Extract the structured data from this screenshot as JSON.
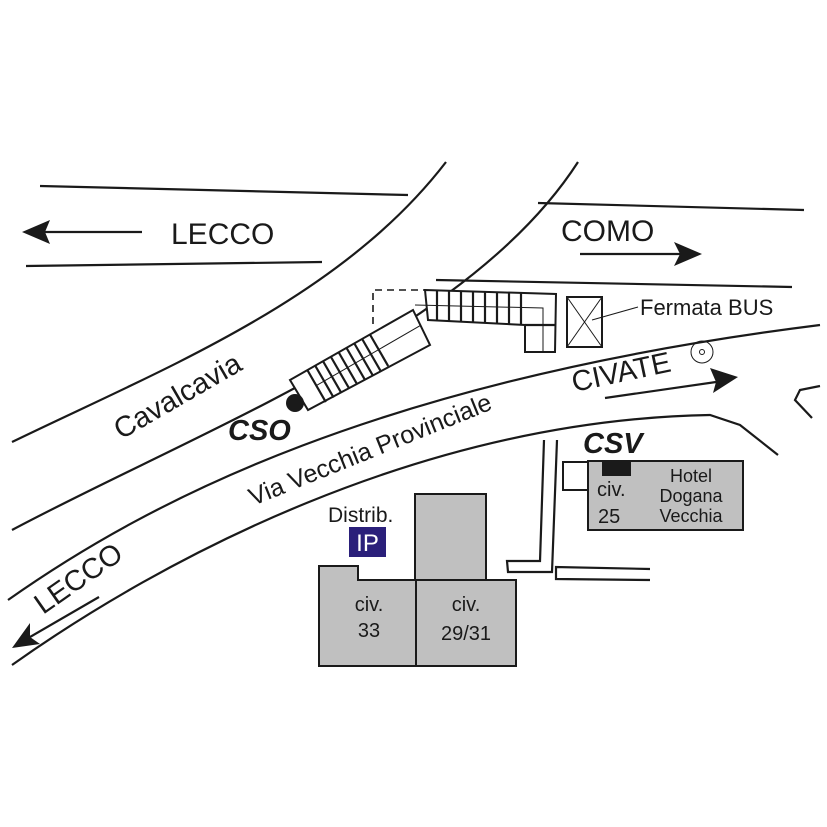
{
  "labels": {
    "lecco_top": "LECCO",
    "como": "COMO",
    "cavalcavia": "Cavalcavia",
    "fermata_bus": "Fermata BUS",
    "civate": "CIVATE",
    "via_vecchia_provinciale": "Via Vecchia Provinciale",
    "lecco_bottom": "LECCO",
    "cso": "CSO",
    "csv": "CSV",
    "distrib": "Distrib.",
    "ip_logo": "IP"
  },
  "buildings": {
    "civ33": {
      "line1": "civ.",
      "line2": "33"
    },
    "civ2931": {
      "line1": "civ.",
      "line2": "29/31"
    },
    "hotel_civ": {
      "line1": "civ.",
      "line2": "25"
    },
    "hotel_name": {
      "line1": "Hotel",
      "line2": "Dogana",
      "line3": "Vecchia"
    }
  },
  "colors": {
    "building_fill": "#c0c0c0",
    "ip_logo_bg": "#2a1f7a",
    "ink": "#1a1a1a"
  },
  "icons": {
    "cso_marker": "filled-circle",
    "civate_marker": "target-circle",
    "bus_stop": "crossed-box"
  }
}
